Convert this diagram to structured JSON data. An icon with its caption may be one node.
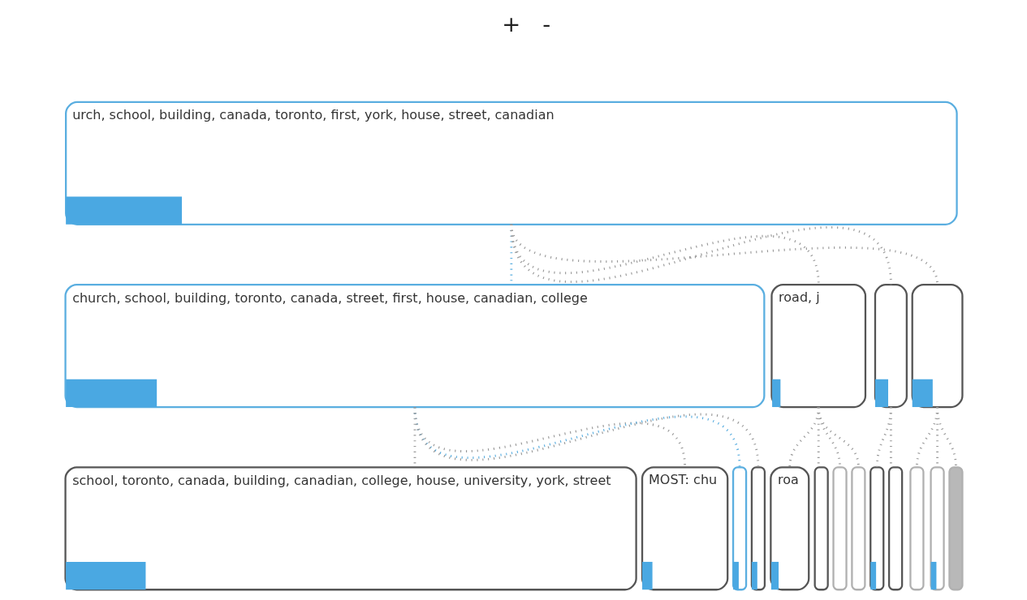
{
  "diagram": {
    "nodes": [
      {
        "text": [
          "urch, school, building, canada, toronto, first, york, house, street, canadian"
        ]
      },
      {
        "text": [
          "church, school, building, toronto, canada, street, first, house, canadian, college"
        ]
      },
      {
        "text": [
          "road, j"
        ]
      },
      {
        "text": [],
        "shape": "box"
      },
      {
        "text": [],
        "shape": "box"
      },
      {
        "text": [
          "school, toronto, canada, building, canadian, college, house, university, york, street"
        ]
      },
      {
        "text": [
          "MOST: chu"
        ]
      },
      {
        "text": [],
        "shape": "box"
      },
      {
        "text": [],
        "shape": "box"
      },
      {
        "text": [
          "roa"
        ]
      },
      {
        "text": [],
        "shape": "box"
      },
      {
        "text": [],
        "shape": "box"
      },
      {
        "text": [],
        "shape": "box"
      },
      {
        "text": [],
        "shape": "box"
      },
      {
        "text": [],
        "shape": "box"
      },
      {
        "text": [],
        "shape": "box"
      },
      {
        "text": [],
        "shape": "box"
      },
      {
        "text": [],
        "shape": "box"
      }
    ],
    "edges": [
      {
        "from": 0,
        "to": 1,
        "arrow": "none",
        "color": "#5aaee0"
      },
      {
        "from": 0,
        "to": 2,
        "arrow": "none"
      },
      {
        "from": 0,
        "to": 3,
        "arrow": "none"
      },
      {
        "from": 0,
        "to": 4,
        "arrow": "none"
      },
      {
        "from": 1,
        "to": 5,
        "arrow": "none"
      },
      {
        "from": 1,
        "to": 6,
        "arrow": "none"
      },
      {
        "from": 1,
        "to": 7,
        "arrow": "none",
        "color": "#5aaee0"
      },
      {
        "from": 1,
        "to": 8,
        "arrow": "none"
      },
      {
        "from": 2,
        "to": 9,
        "arrow": "none"
      },
      {
        "from": 2,
        "to": 10,
        "arrow": "none"
      },
      {
        "from": 2,
        "to": 11,
        "arrow": "none"
      },
      {
        "from": 2,
        "to": 12,
        "arrow": "none"
      },
      {
        "from": 3,
        "to": 13,
        "arrow": "none"
      },
      {
        "from": 3,
        "to": 14,
        "arrow": "none"
      },
      {
        "from": 4,
        "to": 15,
        "arrow": "none"
      },
      {
        "from": 4,
        "to": 16,
        "arrow": "none"
      },
      {
        "from": 4,
        "to": 17,
        "arrow": "none"
      }
    ],
    "labels": [
      "+",
      "-"
    ]
  }
}
